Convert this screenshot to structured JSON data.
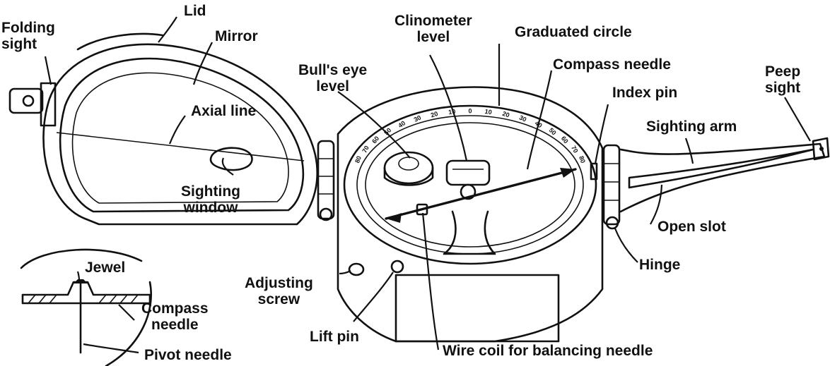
{
  "labels": {
    "folding_sight": [
      "Folding",
      "sight"
    ],
    "lid": "Lid",
    "mirror": "Mirror",
    "axial_line": "Axial line",
    "sighting_window": [
      "Sighting",
      "window"
    ],
    "bulls_eye_level": [
      "Bull's eye",
      "level"
    ],
    "clinometer_level": [
      "Clinometer",
      "level"
    ],
    "graduated_circle": "Graduated circle",
    "compass_needle": "Compass needle",
    "index_pin": "Index pin",
    "peep_sight": [
      "Peep",
      "sight"
    ],
    "sighting_arm": "Sighting arm",
    "open_slot": "Open slot",
    "hinge": "Hinge",
    "adjusting_screw": [
      "Adjusting",
      "screw"
    ],
    "lift_pin": "Lift pin",
    "wire_coil": "Wire coil for balancing needle",
    "jewel": "Jewel",
    "inset_compass_needle": [
      "Compass",
      "needle"
    ],
    "pivot_needle": "Pivot needle"
  },
  "scale_numbers": [
    "80",
    "70",
    "60",
    "50",
    "40",
    "30",
    "20",
    "10",
    "0",
    "10",
    "20",
    "30",
    "40",
    "50",
    "60",
    "70",
    "80"
  ],
  "colors": {
    "ink": "#111111",
    "paper": "#ffffff"
  }
}
